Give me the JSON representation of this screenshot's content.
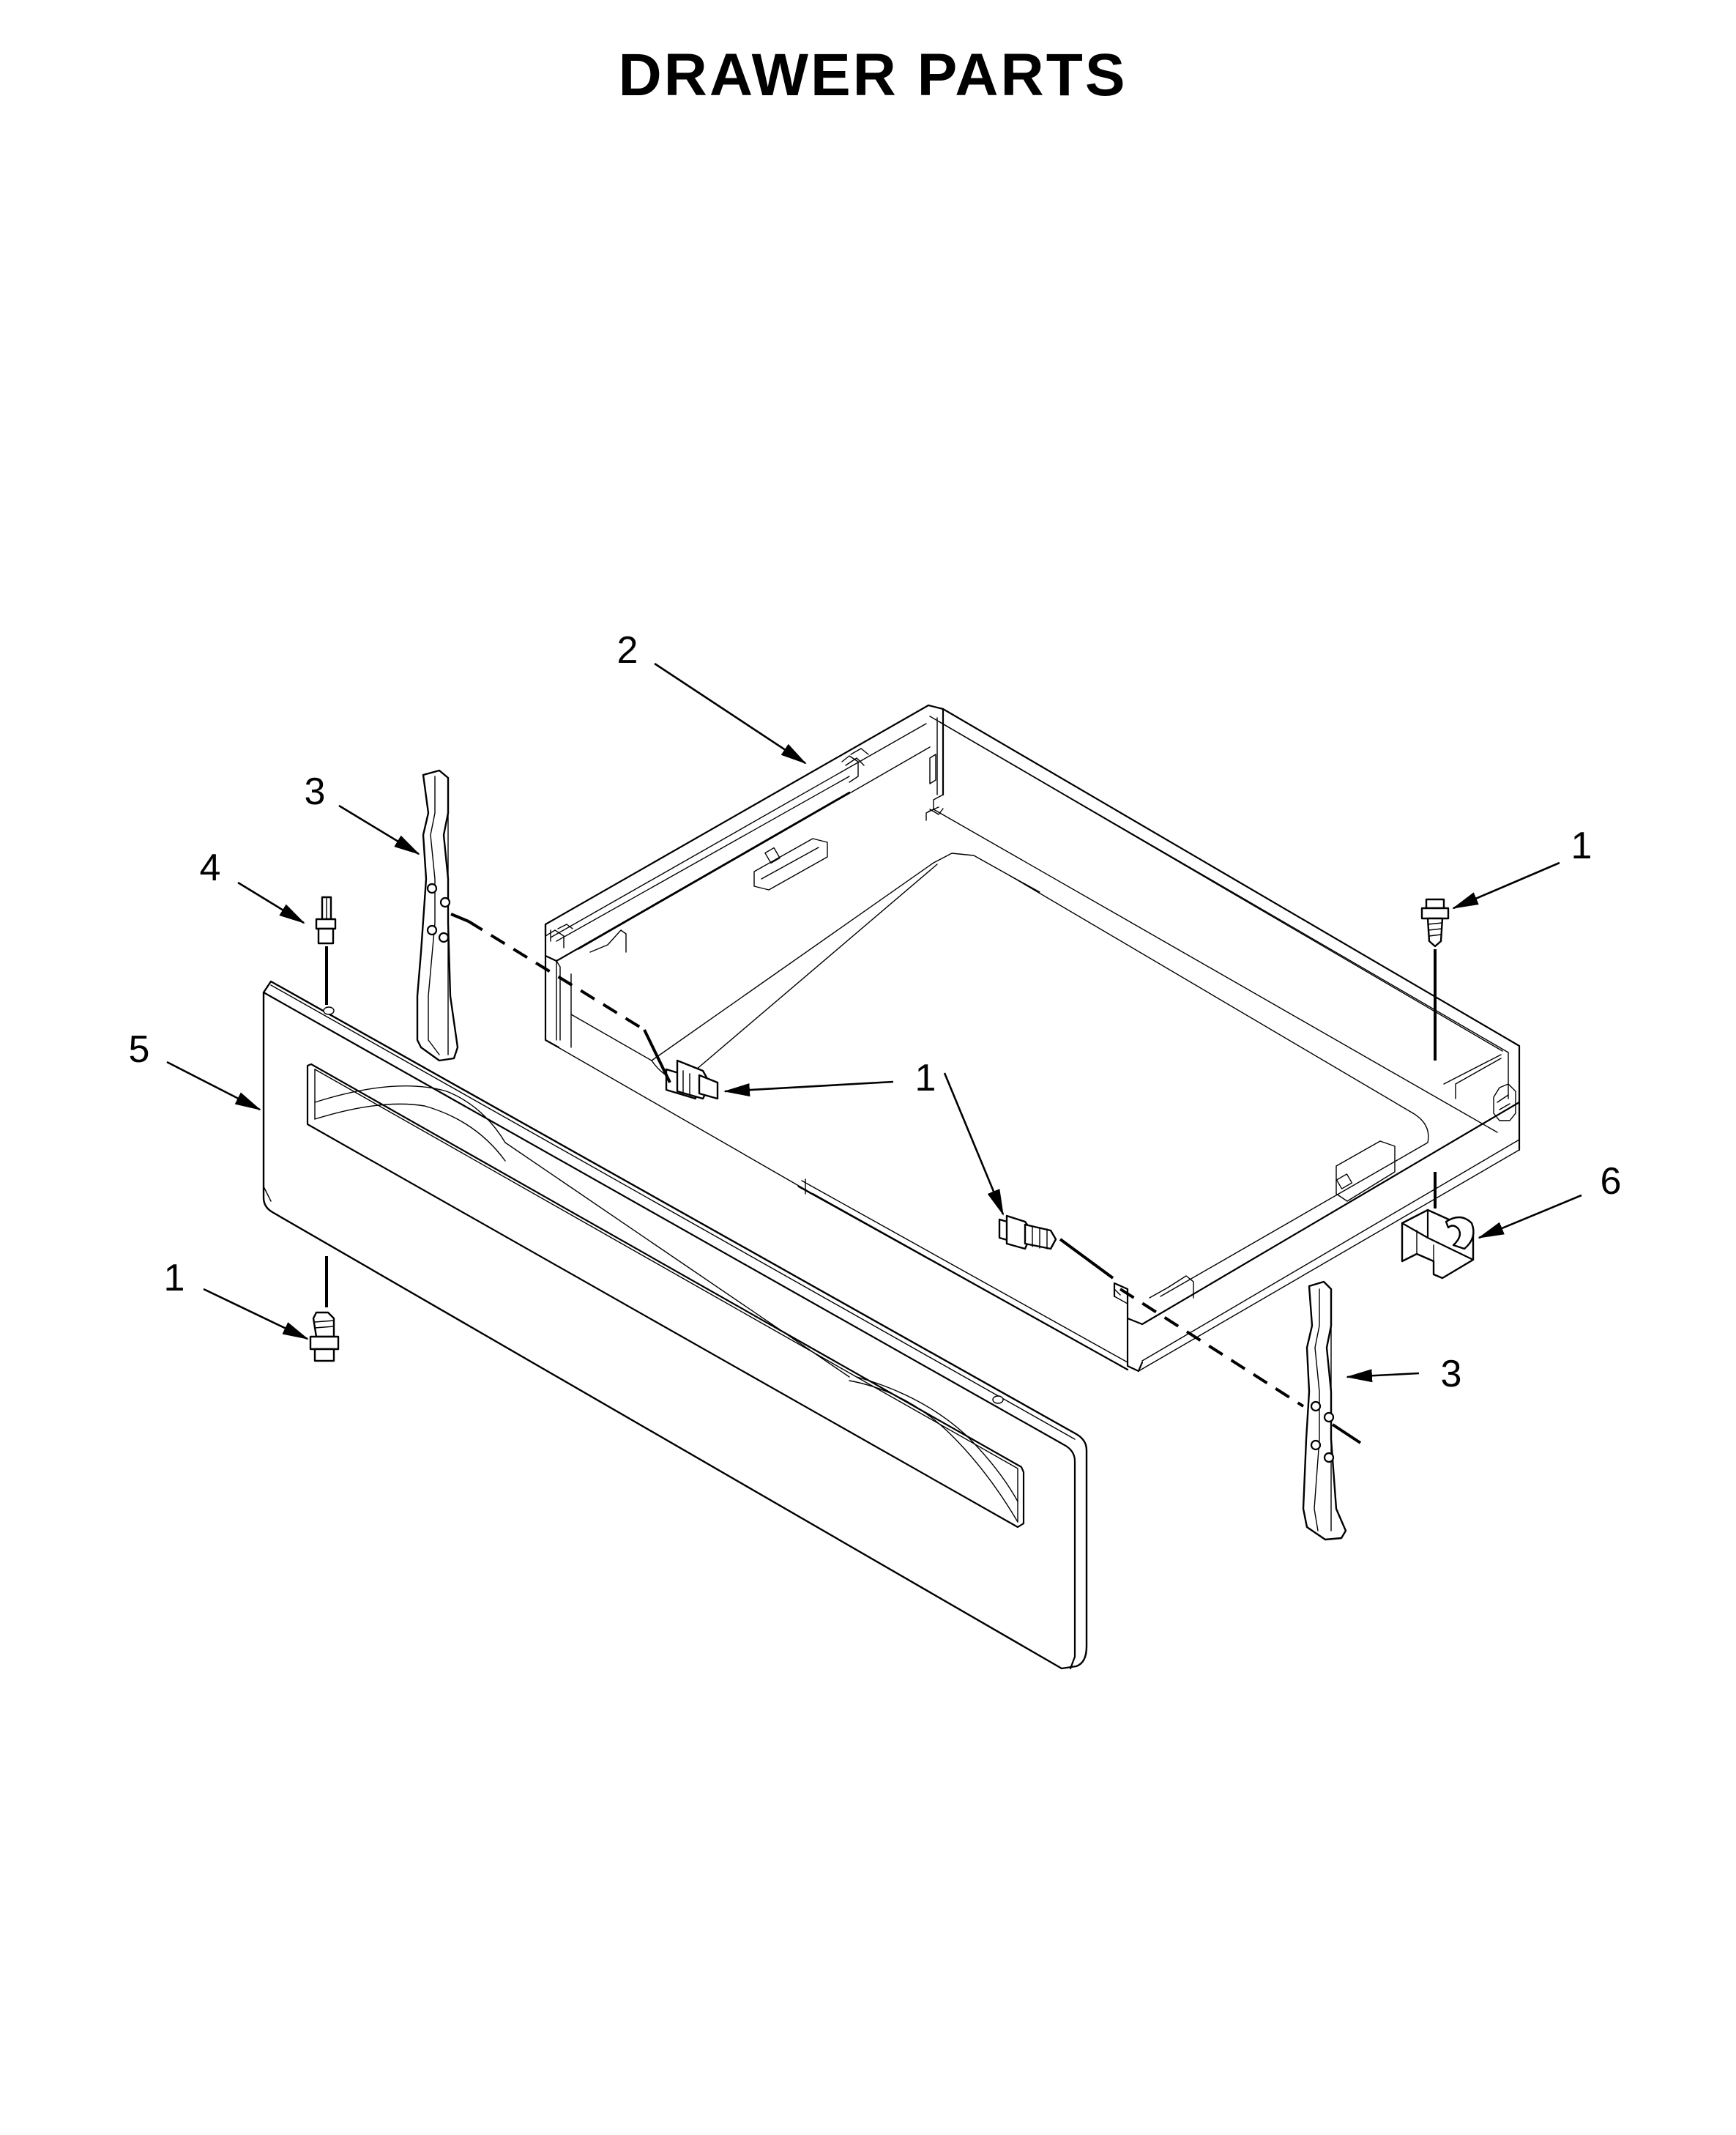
{
  "title": "DRAWER PARTS",
  "callouts": [
    {
      "id": "callout-2",
      "label": "2"
    },
    {
      "id": "callout-3-left",
      "label": "3"
    },
    {
      "id": "callout-4",
      "label": "4"
    },
    {
      "id": "callout-5",
      "label": "5"
    },
    {
      "id": "callout-1-center",
      "label": "1"
    },
    {
      "id": "callout-1-mid",
      "label": "1"
    },
    {
      "id": "callout-1-right",
      "label": "1"
    },
    {
      "id": "callout-6",
      "label": "6"
    },
    {
      "id": "callout-3-right",
      "label": "3"
    },
    {
      "id": "callout-1-bottom",
      "label": "1"
    }
  ],
  "colors": {
    "line": "#000000",
    "background": "#ffffff"
  }
}
